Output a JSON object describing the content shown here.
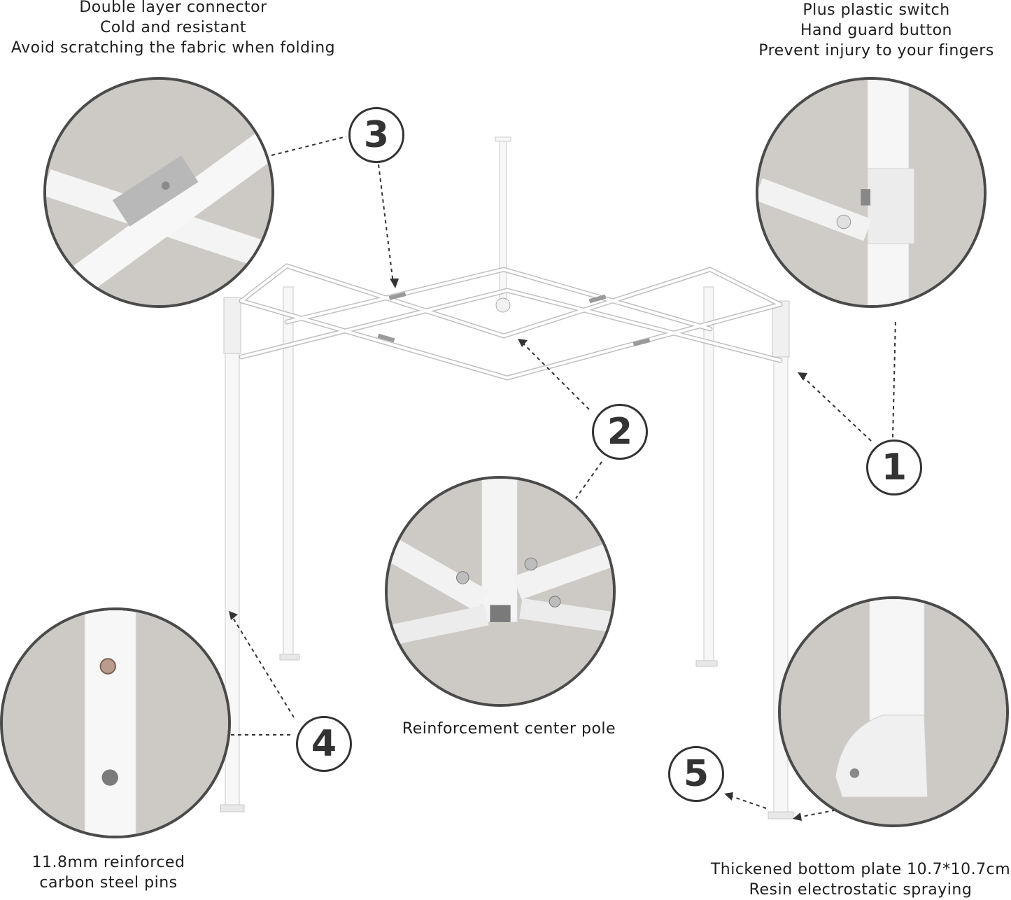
{
  "features": {
    "f3": {
      "number": "3",
      "lines": [
        "Double layer connector",
        "Cold and resistant",
        "Avoid scratching the fabric when folding"
      ]
    },
    "f1": {
      "number": "1",
      "lines": [
        "Plus plastic switch",
        "Hand guard button",
        "Prevent injury to your fingers"
      ]
    },
    "f2": {
      "number": "2",
      "lines": [
        "Reinforcement center pole"
      ]
    },
    "f4": {
      "number": "4",
      "lines": [
        "11.8mm reinforced",
        "carbon steel pins"
      ]
    },
    "f5": {
      "number": "5",
      "lines": [
        "Thickened bottom plate 10.7*10.7cm",
        "Resin electrostatic spraying"
      ]
    }
  }
}
